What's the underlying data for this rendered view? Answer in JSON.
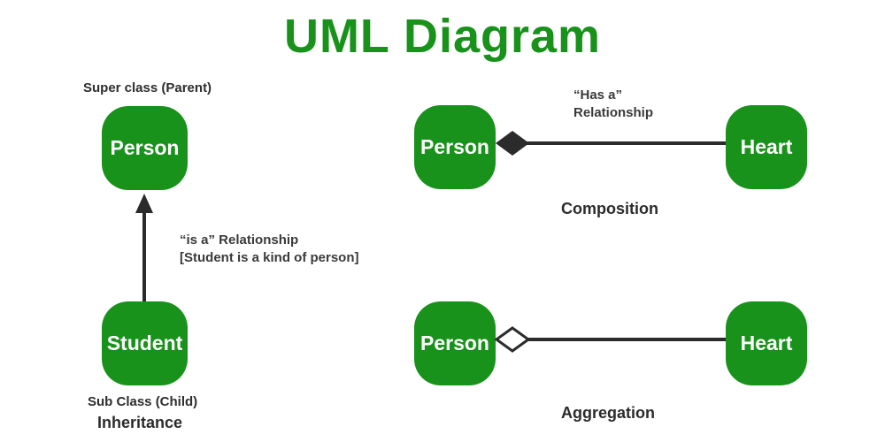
{
  "title": "UML Diagram",
  "colors": {
    "green": "#18921b",
    "node_text": "#ffffff",
    "caption_text": "#2b2b2b",
    "line": "#2b2b2b"
  },
  "inheritance": {
    "super_label": "Super class (Parent)",
    "super_node": "Person",
    "relationship_line1": "“is a” Relationship",
    "relationship_line2": "[Student is a kind of person]",
    "sub_node": "Student",
    "sub_label": "Sub Class (Child)",
    "caption": "Inheritance"
  },
  "composition": {
    "left_node": "Person",
    "right_node": "Heart",
    "relationship_line1": "“Has a”",
    "relationship_line2": "Relationship",
    "caption": "Composition"
  },
  "aggregation": {
    "left_node": "Person",
    "right_node": "Heart",
    "caption": "Aggregation"
  }
}
